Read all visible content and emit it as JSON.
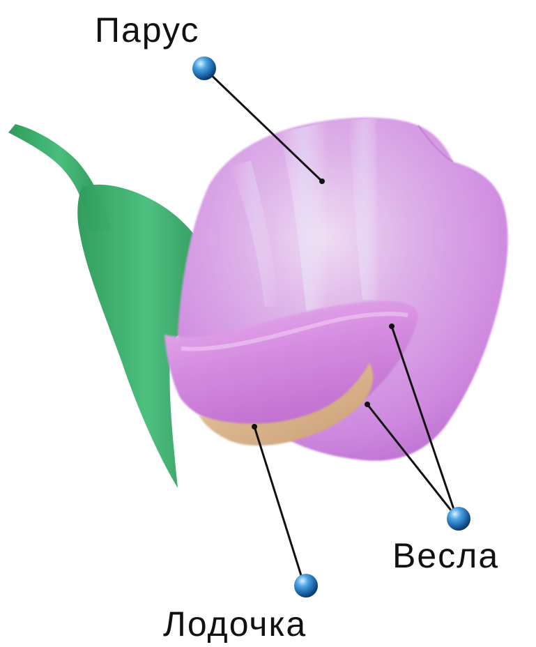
{
  "labels": {
    "sail": "Парус",
    "oars": "Весла",
    "keel": "Лодочка"
  },
  "colors": {
    "background": "#ffffff",
    "petal_light": "#e7c3ee",
    "petal_mid": "#d287df",
    "petal_dark": "#b85bc7",
    "sepal": "#3aa86a",
    "keel": "#dcb58e",
    "marker": "#1f6fb2",
    "leader_line": "#111111"
  },
  "icons": [
    "blue-sphere-marker"
  ]
}
